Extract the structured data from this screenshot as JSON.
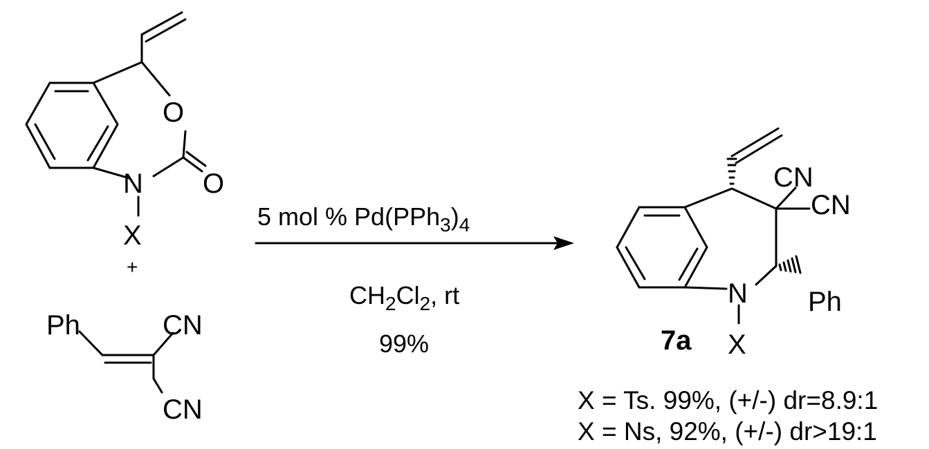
{
  "reactant_1": {
    "atom_labels": {
      "oxygen_ring": "O",
      "oxygen_carbonyl": "O",
      "nitrogen": "N",
      "substituent": "X"
    }
  },
  "plus_sign": "+",
  "reactant_2": {
    "atom_labels": {
      "phenyl": "Ph",
      "nitrile_top": "CN",
      "nitrile_bottom": "CN"
    }
  },
  "conditions": {
    "catalyst_prefix": "5 mol % Pd(PPh",
    "catalyst_sub1": "3",
    "catalyst_close": ")",
    "catalyst_sub2": "4",
    "solvent_a": "CH",
    "solvent_sub1": "2",
    "solvent_b": "Cl",
    "solvent_sub2": "2",
    "solvent_c": ", rt",
    "yield": "99%"
  },
  "product": {
    "atom_labels": {
      "nitrile_top": "CN",
      "nitrile_right": "CN",
      "nitrogen": "N",
      "phenyl": "Ph",
      "substituent": "X"
    },
    "compound_label": "7a"
  },
  "results": [
    "X = Ts. 99%, (+/-) dr=8.9:1",
    "X = Ns, 92%, (+/-) dr>19:1"
  ]
}
